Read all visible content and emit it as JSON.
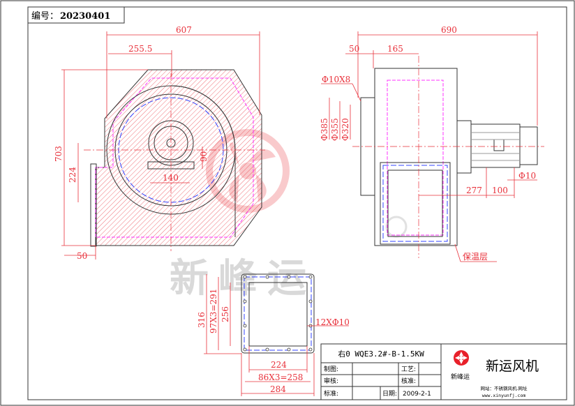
{
  "header": {
    "drawing_number_label": "编号：",
    "drawing_number": "20230401"
  },
  "side_view": {
    "dims": {
      "width": "607",
      "offset": "255.5",
      "height": "703",
      "outlet": "224",
      "outlet_depth": "50",
      "base_w": "140",
      "base_h": "90"
    }
  },
  "front_view": {
    "dims": {
      "width": "690",
      "flange": "50",
      "inlet_depth": "165",
      "bolt_holes": "Φ10X8",
      "d1": "Φ385",
      "d2": "Φ355",
      "d3": "Φ320",
      "motor_offset": "277",
      "motor_foot": "100",
      "motor_hole": "Φ10"
    },
    "insulation_label": "保温层"
  },
  "flange_view": {
    "dims": {
      "outer_h": "316",
      "pitch_h": "97X3=291",
      "inner_h": "256",
      "inner_w": "224",
      "pitch_w": "86X3=258",
      "outer_w": "284",
      "holes": "12XΦ10"
    }
  },
  "title_block": {
    "model": "右0  WQE3.2#-B-1.5KW",
    "drawn_by_label": "制图:",
    "process_label": "工艺:",
    "review_label": "审核:",
    "approve_label": "核准:",
    "standard_label": "标准:",
    "date_label": "日期:",
    "date": "2009-2-1",
    "company": "新运风机",
    "logo_text": "新峰运",
    "website_label": "网站：不锈钢风机.网址",
    "website": "www.xinyunfj.com"
  },
  "watermark": {
    "text": "新峰运"
  },
  "colors": {
    "dimension": "#e8303a",
    "insulation": "#ff33ff",
    "gasket": "#3344ff",
    "outline": "#333333"
  }
}
